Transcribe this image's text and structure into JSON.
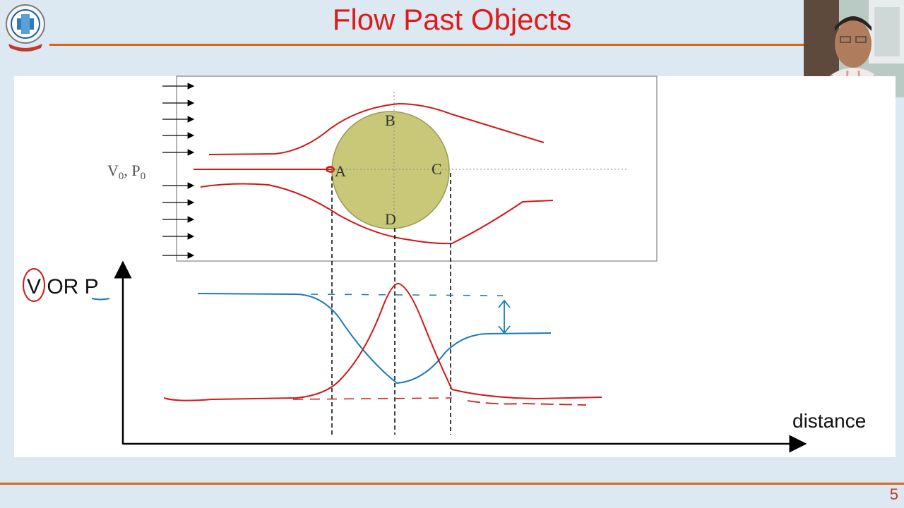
{
  "slide": {
    "title": "Flow Past Objects",
    "page_number": "5"
  },
  "diagram": {
    "inlet_label_v": "V",
    "inlet_label_v_sub": "0",
    "inlet_label_sep": ", P",
    "inlet_label_p_sub": "0",
    "points": {
      "a": "A",
      "b": "B",
      "c": "C",
      "d": "D"
    },
    "y_axis_label_v": "V",
    "y_axis_label_rest": " OR P",
    "x_axis_label": "distance"
  },
  "colors": {
    "title": "#e01a1a",
    "accent_rule": "#d2691e",
    "background": "#dce9f2",
    "cylinder_fill": "#c8c878",
    "streamline": "#d01818",
    "pressure_curve": "#1a7ab8"
  },
  "icons": {
    "logo": "institute-logo-icon",
    "webcam": "presenter-webcam"
  }
}
